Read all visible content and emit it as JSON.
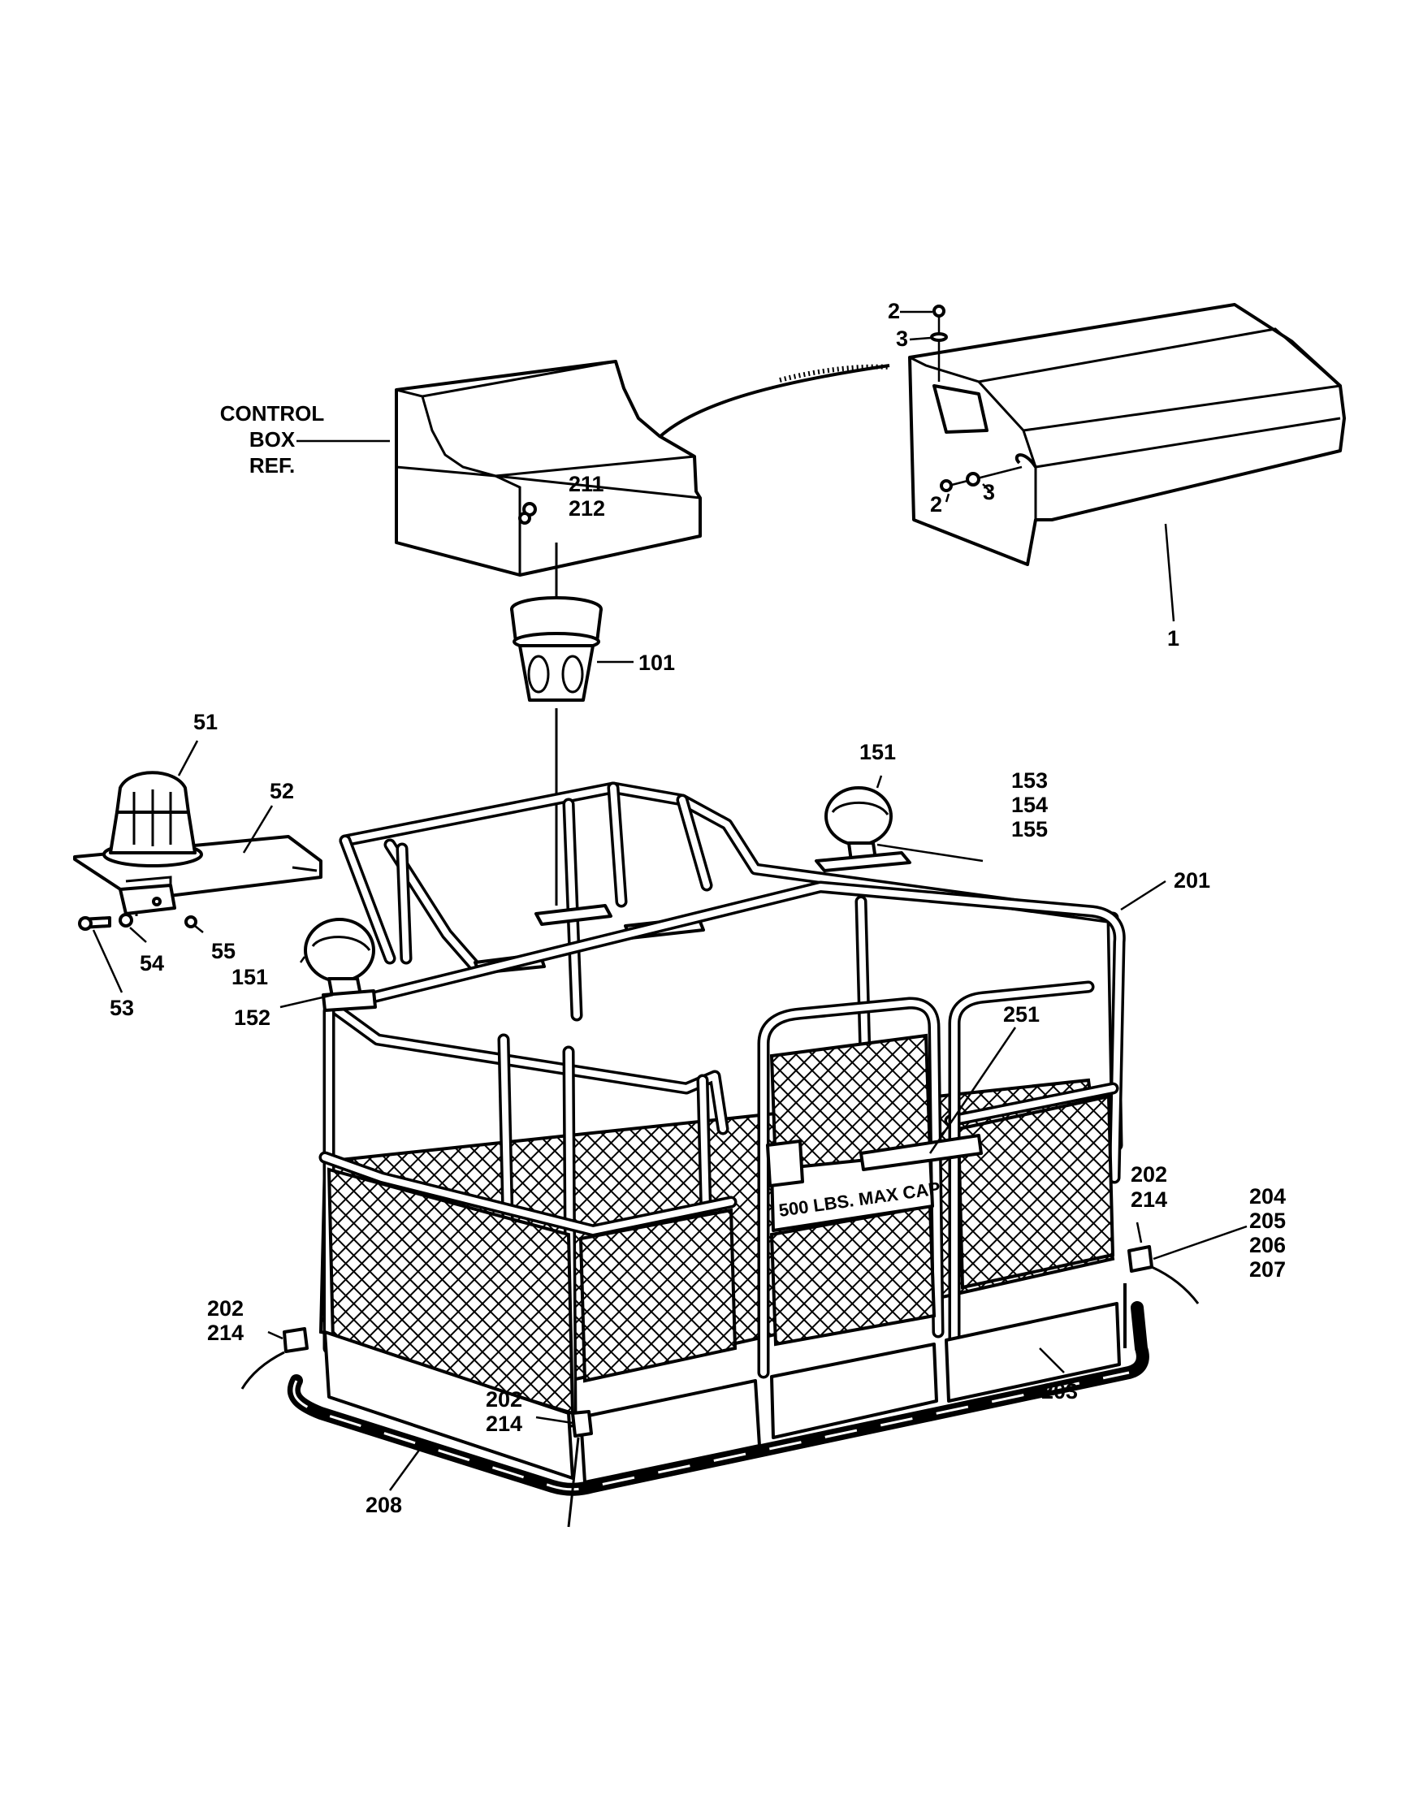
{
  "control_box": {
    "label_line1": "CONTROL",
    "label_line2": "BOX",
    "label_line3": "REF."
  },
  "platform": {
    "capacity_stencil": "500 LBS. MAX CAP."
  },
  "callouts": {
    "c1": "1",
    "c2a": "2",
    "c3a": "3",
    "c2b": "2",
    "c3b": "3",
    "c211": "211",
    "c212": "212",
    "c101": "101",
    "c51": "51",
    "c52": "52",
    "c53": "53",
    "c54": "54",
    "c55": "55",
    "c151a": "151",
    "c151b": "151",
    "c152": "152",
    "c153": "153",
    "c154": "154",
    "c155": "155",
    "c201": "201",
    "c251": "251",
    "c202a": "202",
    "c214a": "214",
    "c202b": "202",
    "c214b": "214",
    "c202c": "202",
    "c214c": "214",
    "c203": "203",
    "c204": "204",
    "c205": "205",
    "c206": "206",
    "c207": "207",
    "c208": "208"
  }
}
